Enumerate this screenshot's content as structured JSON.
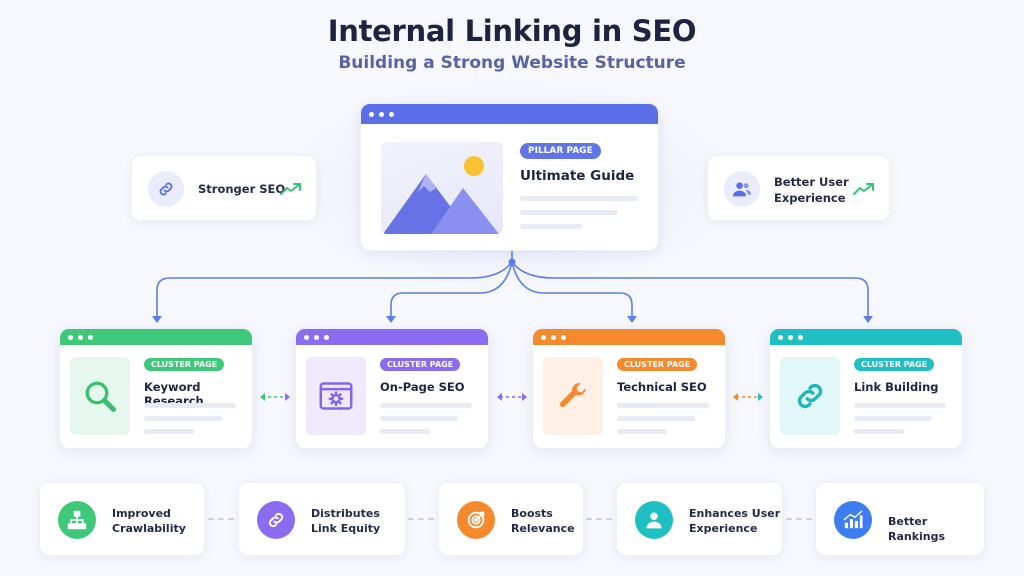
{
  "header": {
    "title": "Internal Linking in SEO",
    "subtitle": "Building a Strong Website Structure"
  },
  "pillar": {
    "badge": "PILLAR PAGE",
    "title": "Ultimate Guide"
  },
  "side_left": {
    "label": "Stronger SEO",
    "icon": "link-icon",
    "trend_icon": "trend-up-icon"
  },
  "side_right": {
    "label_line1": "Better User",
    "label_line2": "Experience",
    "icon": "users-icon",
    "trend_icon": "trend-up-icon"
  },
  "clusters": [
    {
      "badge": "CLUSTER PAGE",
      "title": "Keyword Research",
      "icon": "magnifier-icon",
      "color": "#3ec97a",
      "tint": "#e6f8ee"
    },
    {
      "badge": "CLUSTER PAGE",
      "title": "On-Page SEO",
      "icon": "browser-gear-icon",
      "color": "#8b6cf0",
      "tint": "#efebfd"
    },
    {
      "badge": "CLUSTER PAGE",
      "title": "Technical SEO",
      "icon": "wrench-icon",
      "color": "#f5892e",
      "tint": "#fef0e4"
    },
    {
      "badge": "CLUSTER PAGE",
      "title": "Link Building",
      "icon": "chain-link-icon",
      "color": "#1fbfc4",
      "tint": "#e2f7f8"
    }
  ],
  "benefits": [
    {
      "line1": "Improved",
      "line2": "Crawlability",
      "icon": "sitemap-icon",
      "color": "#3ec97a"
    },
    {
      "line1": "Distributes",
      "line2": "Link Equity",
      "icon": "link-icon",
      "color": "#8b6cf0"
    },
    {
      "line1": "Boosts",
      "line2": "Relevance",
      "icon": "target-icon",
      "color": "#f5892e"
    },
    {
      "line1": "Enhances User",
      "line2": "Experience",
      "icon": "user-icon",
      "color": "#1fbfc4"
    },
    {
      "line1": "Better Rankings",
      "line2": "",
      "icon": "bar-chart-icon",
      "color": "#3d7df0"
    }
  ],
  "colors": {
    "pillar": "#5b6ee8",
    "arrow": "#5b7ee8"
  }
}
